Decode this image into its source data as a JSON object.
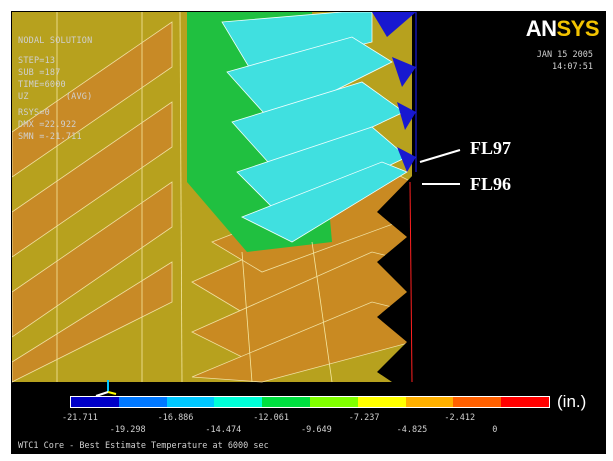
{
  "logo": {
    "an": "AN",
    "sys": "SYS"
  },
  "info": {
    "lines": [
      "NODAL SOLUTION",
      "STEP=13",
      "SUB =187",
      "TIME=6000",
      "UZ       (AVG)",
      "RSYS=0",
      "DMX =22.922",
      "SMN =-21.711"
    ]
  },
  "datetime": {
    "date": "JAN 15 2005",
    "time": "14:07:51"
  },
  "callouts": {
    "upper": "FL97",
    "lower": "FL96"
  },
  "legend": {
    "units": "(in.)",
    "colors": [
      "#0000c8",
      "#0078ff",
      "#00c8ff",
      "#00ffd8",
      "#00e040",
      "#80ff00",
      "#ffff00",
      "#ffb000",
      "#ff6000",
      "#ff0000"
    ],
    "ticks_top": [
      "-21.711",
      "-16.886",
      "-12.061",
      "-7.237",
      "-2.412"
    ],
    "ticks_bottom": [
      "-19.298",
      "-14.474",
      "-9.649",
      "-4.825",
      "0"
    ]
  },
  "caption": "WTC1 Core - Best Estimate Temperature at 6000 sec",
  "colors": {
    "orange": "#c98a22",
    "olive": "#a8a41c",
    "green": "#22c43a",
    "cyan": "#3fe0e0",
    "lightblue": "#2aa0e0",
    "blue": "#1010c8"
  }
}
